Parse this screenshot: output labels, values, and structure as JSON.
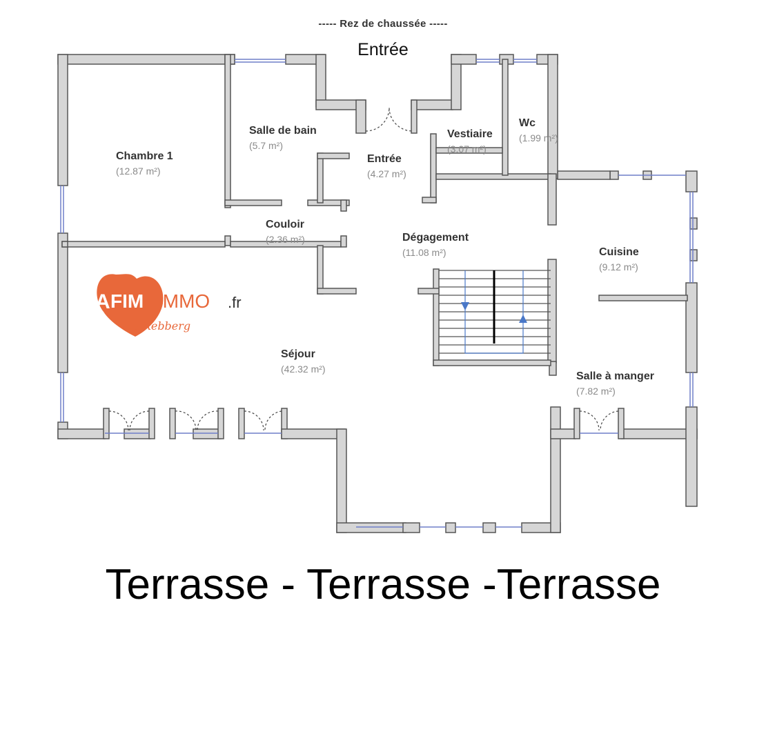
{
  "plan_title": "----- Rez de chaussée -----",
  "entry_top_label": "Entrée",
  "logo": {
    "brand": "AFIM-IMMO.fr",
    "signature": "de Rebberg"
  },
  "rooms": {
    "chambre1": {
      "name": "Chambre 1",
      "area": "(12.87 m²)"
    },
    "salle_de_bain": {
      "name": "Salle de bain",
      "area": "(5.7 m²)"
    },
    "entree": {
      "name": "Entrée",
      "area": "(4.27 m²)"
    },
    "vestiaire": {
      "name": "Vestiaire",
      "area": "(3.07 m²)"
    },
    "wc": {
      "name": "Wc",
      "area": "(1.99 m²)"
    },
    "couloir": {
      "name": "Couloir",
      "area": "(2.36 m²)"
    },
    "degagement": {
      "name": "Dégagement",
      "area": "(11.08 m²)"
    },
    "cuisine": {
      "name": "Cuisine",
      "area": "(9.12 m²)"
    },
    "sejour": {
      "name": "Séjour",
      "area": "(42.32 m²)"
    },
    "salle_a_manger": {
      "name": "Salle à manger",
      "area": "(7.82 m²)"
    }
  },
  "footer_label": "Terrasse - Terrasse -Terrasse",
  "colors": {
    "wall_fill": "#d6d6d6",
    "wall_stroke": "#555555",
    "window": "#6f7fc8",
    "stair_arrow": "#4a78c8",
    "logo_orange": "#e8683a"
  }
}
